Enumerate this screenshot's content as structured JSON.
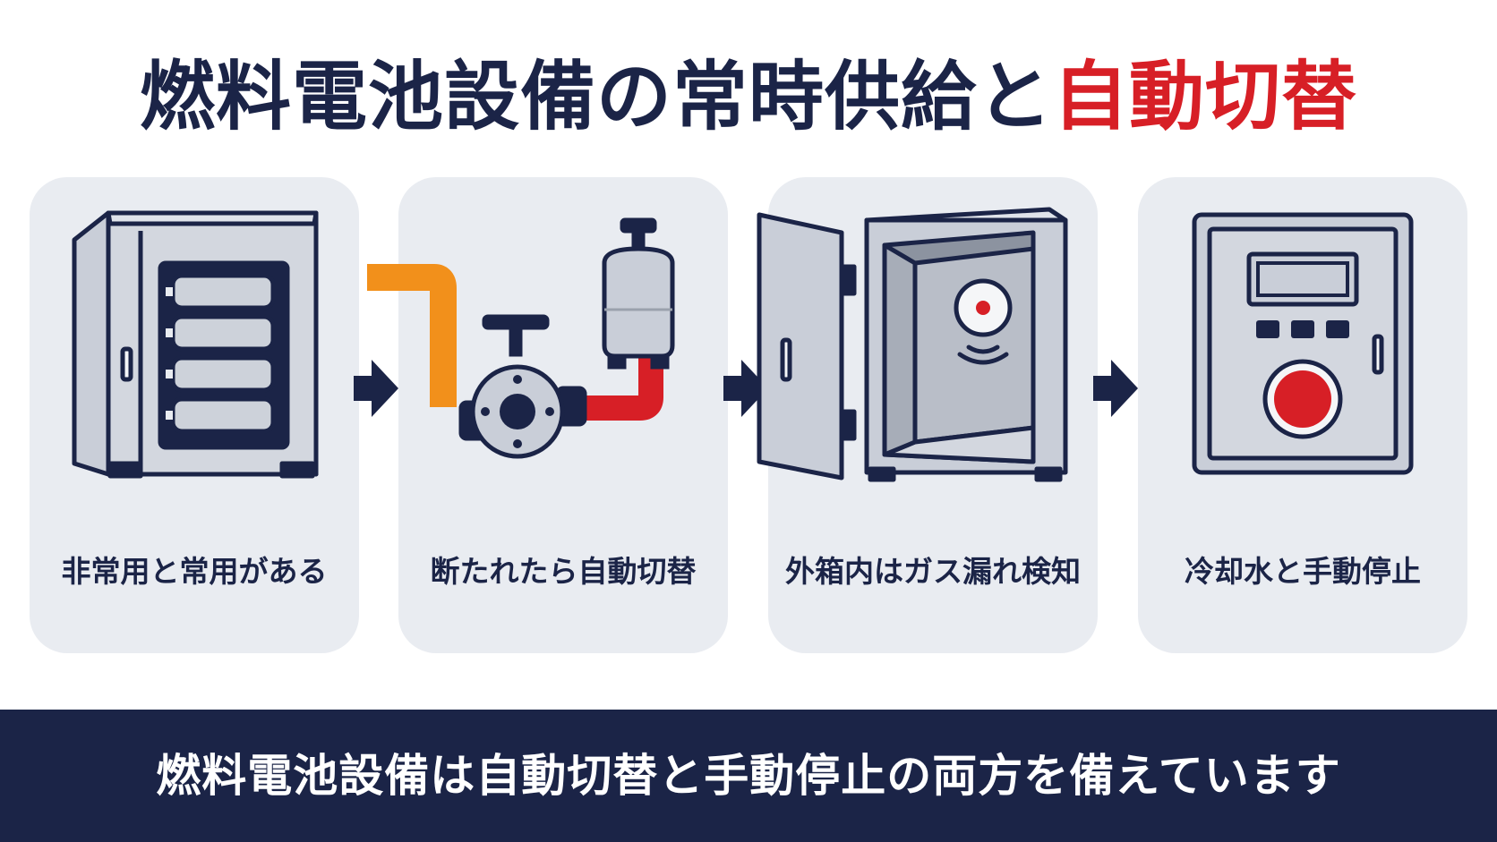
{
  "title": {
    "main": "燃料電池設備の常時供給と",
    "accent": "自動切替"
  },
  "colors": {
    "navy": "#1b2447",
    "red": "#d71f26",
    "orange": "#f2901b",
    "card": "#e9ecf1"
  },
  "steps": [
    {
      "label": "非常用と常用がある",
      "icon": "fuel-cell-cabinet-icon"
    },
    {
      "label": "断たれたら自動切替",
      "icon": "valve-pipe-icon"
    },
    {
      "label": "外箱内はガス漏れ検知",
      "icon": "gas-detector-cabinet-icon"
    },
    {
      "label": "冷却水と手動停止",
      "icon": "control-panel-icon"
    }
  ],
  "banner": {
    "text": "燃料電池設備は自動切替と手動停止の両方を備えています"
  }
}
